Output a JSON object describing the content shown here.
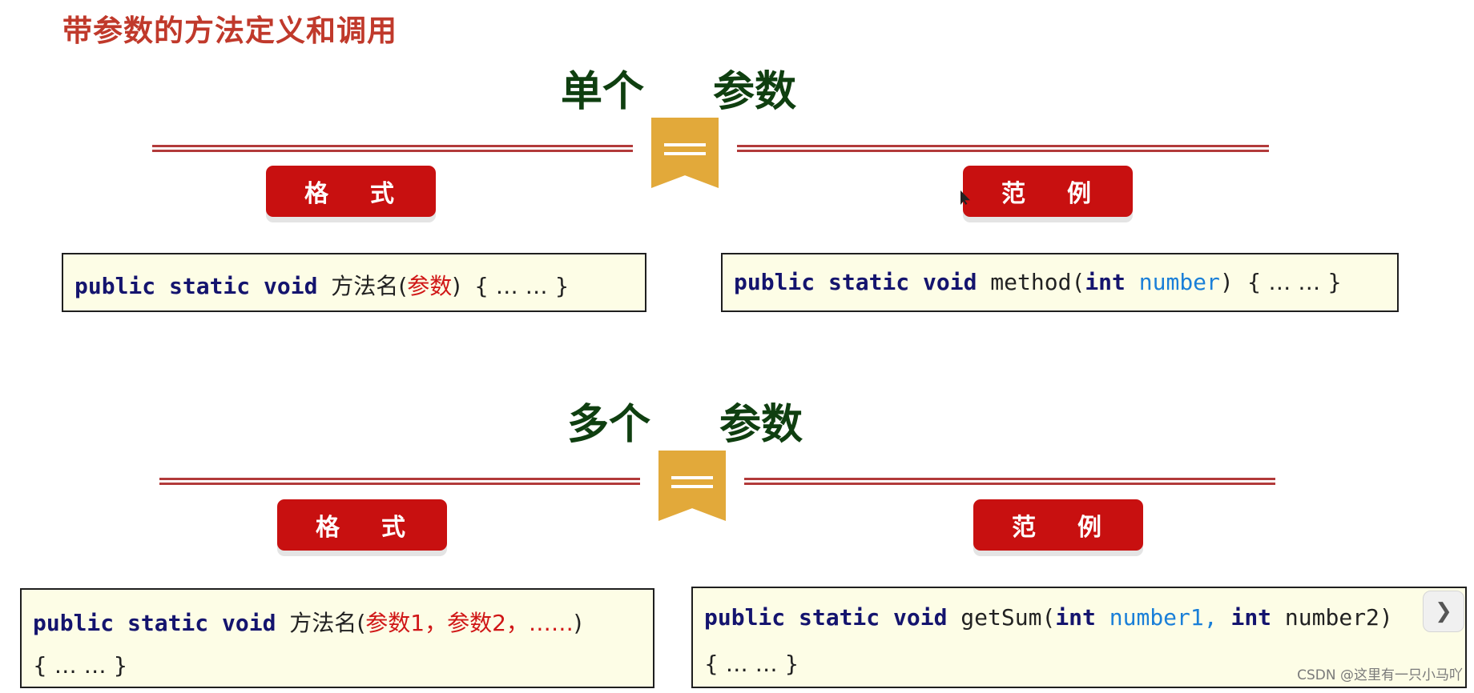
{
  "page": {
    "title": "带参数的方法定义和调用"
  },
  "single": {
    "heading_left": "单个",
    "heading_right": "参数",
    "format_label": {
      "c1": "格",
      "c2": "式"
    },
    "example_label": {
      "c1": "范",
      "c2": "例"
    },
    "format_code": {
      "kw": "public static void",
      "name": "方法名",
      "open": "(",
      "param": "参数",
      "close": ")",
      "body": "{ … … }"
    },
    "example_code": {
      "kw": "public static void",
      "method": "method(",
      "type": "int",
      "param": "number",
      "close": ")",
      "body": "{ … … }"
    }
  },
  "multi": {
    "heading_left": "多个",
    "heading_right": "参数",
    "format_label": {
      "c1": "格",
      "c2": "式"
    },
    "example_label": {
      "c1": "范",
      "c2": "例"
    },
    "format_code": {
      "kw": "public static void",
      "name": "方法名",
      "open": "(",
      "params": "参数1，参数2，……",
      "close": ")",
      "body": "{ … … }"
    },
    "example_code": {
      "kw": "public static void",
      "method": "getSum(",
      "type1": "int",
      "param1": "number1,",
      "type2": "int",
      "param2": "number2",
      "close": ")",
      "body": "{ … … }"
    }
  },
  "watermark": "CSDN @这里有一只小马吖",
  "icons": {
    "ribbon": "equals-ribbon-icon",
    "side": "chevron-right-icon",
    "cursor": "mouse-cursor-icon"
  },
  "colors": {
    "title": "#c0392b",
    "heading": "#0f3f10",
    "button": "#c81010",
    "ribbon": "#e2a93a",
    "keyword": "#14146e",
    "param_red": "#d01616",
    "param_blue": "#1a7fd8"
  }
}
